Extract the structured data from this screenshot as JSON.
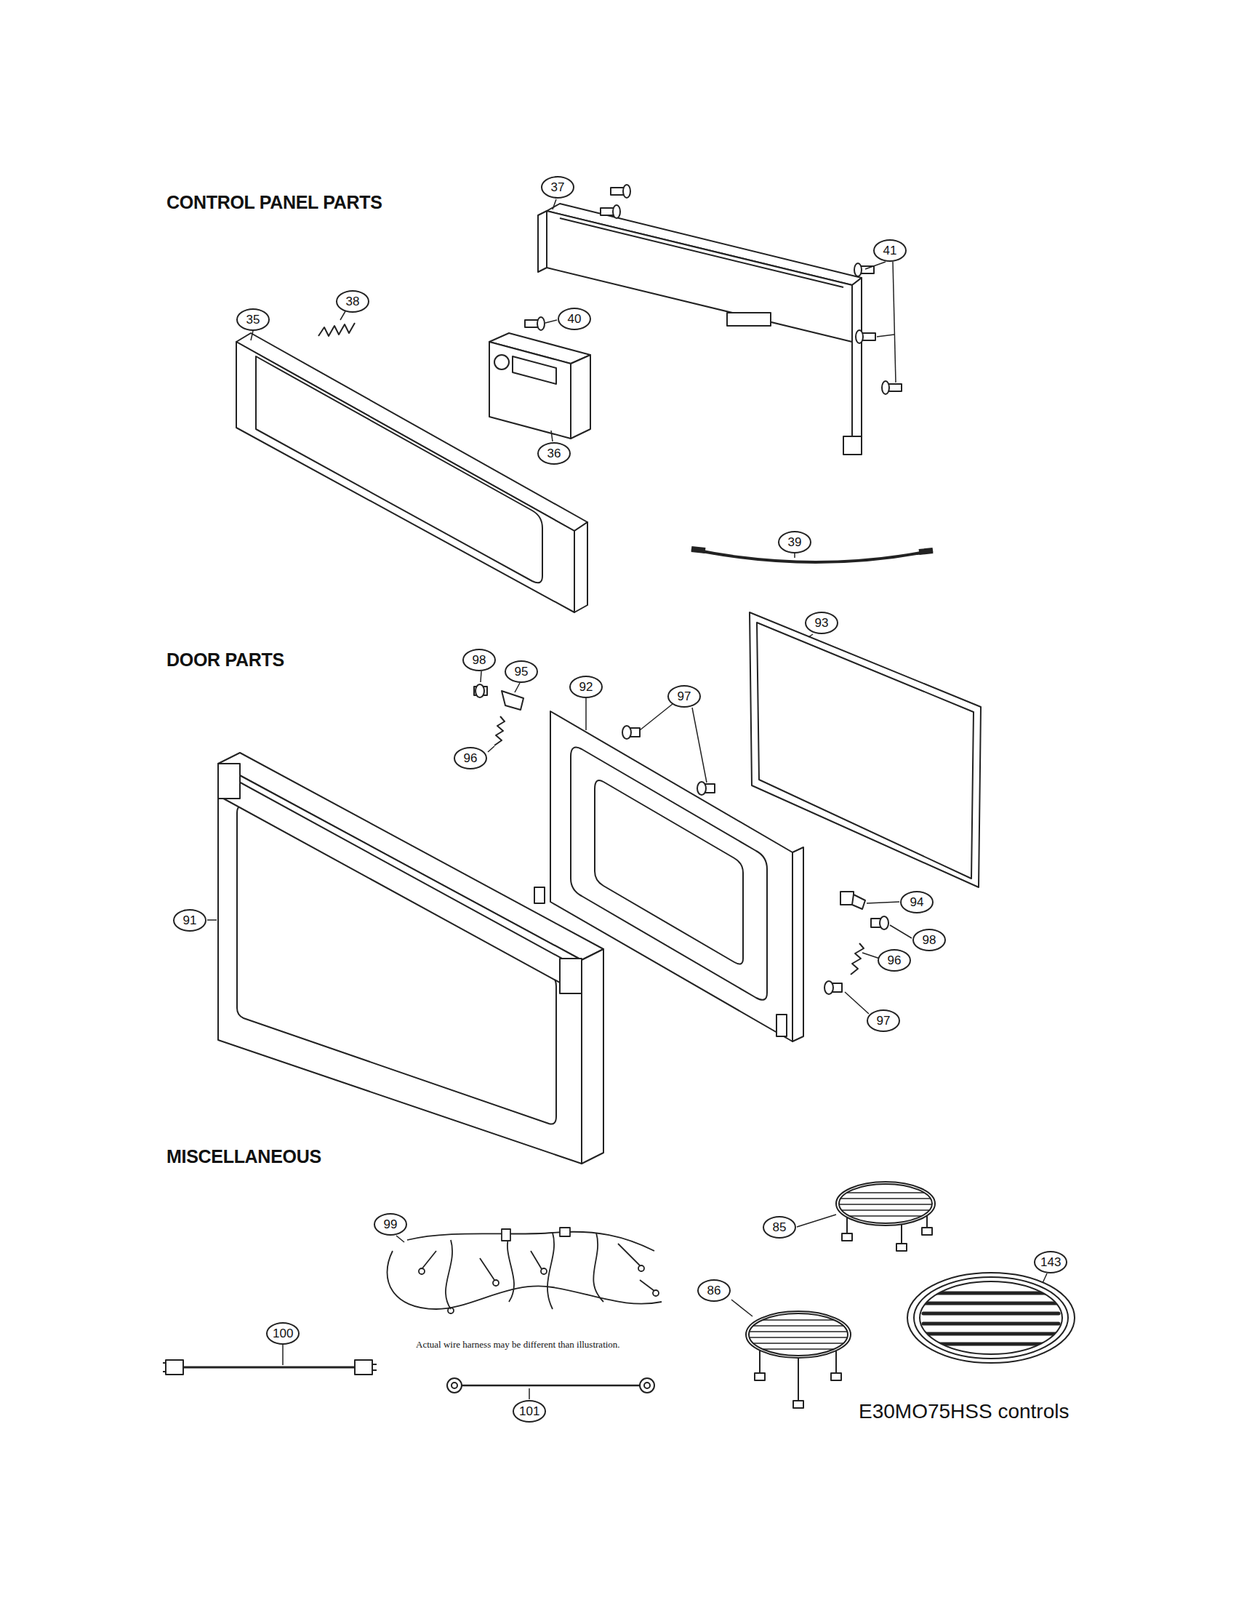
{
  "diagram": {
    "caption": "E30MO75HSS controls",
    "labels": [
      "CONTROL PANEL PARTS",
      "37",
      "41",
      "38",
      "35",
      "40",
      "36",
      "39",
      "DOOR PARTS",
      "98",
      "95",
      "92",
      "97",
      "93",
      "96",
      "91",
      "94",
      "98",
      "96",
      "97",
      "MISCELLANEOUS",
      "99",
      "85",
      "143",
      "86",
      "100",
      "Actual wire harness may be different than illustration.",
      "101"
    ]
  }
}
